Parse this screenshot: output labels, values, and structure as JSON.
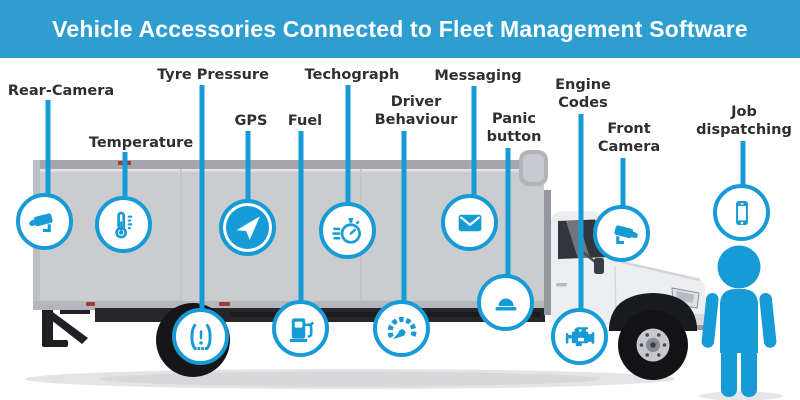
{
  "title": "Vehicle Accessories Connected to Fleet Management Software",
  "colors": {
    "banner_background": "#2e9ed1",
    "accent_blue": "#179bd7",
    "label_text": "#2f2f2f",
    "truck_body": "#cbccd0",
    "marker_red": "#a83a31"
  },
  "callouts": [
    {
      "id": "rear-camera",
      "label": "Rear-Camera",
      "icon": "cctv-camera-icon"
    },
    {
      "id": "temperature",
      "label": "Temperature",
      "icon": "thermometer-icon"
    },
    {
      "id": "tyre-pressure",
      "label": "Tyre Pressure",
      "icon": "tyre-pressure-warning-icon"
    },
    {
      "id": "gps",
      "label": "GPS",
      "icon": "navigation-arrow-icon"
    },
    {
      "id": "fuel",
      "label": "Fuel",
      "icon": "fuel-pump-icon"
    },
    {
      "id": "techograph",
      "label": "Techograph",
      "icon": "stopwatch-icon"
    },
    {
      "id": "driver-behaviour",
      "label": "Driver Behaviour",
      "icon": "speedometer-icon"
    },
    {
      "id": "messaging",
      "label": "Messaging",
      "icon": "envelope-icon"
    },
    {
      "id": "panic-button",
      "label": "Panic button",
      "icon": "push-button-icon"
    },
    {
      "id": "engine-codes",
      "label": "Engine Codes",
      "icon": "engine-icon"
    },
    {
      "id": "front-camera",
      "label": "Front Camera",
      "icon": "cctv-camera-icon"
    },
    {
      "id": "job-dispatching",
      "label": "Job dispatching",
      "icon": "smartphone-icon"
    }
  ],
  "figures": {
    "vehicle": "box-truck-side-view",
    "person": "driver-silhouette"
  }
}
